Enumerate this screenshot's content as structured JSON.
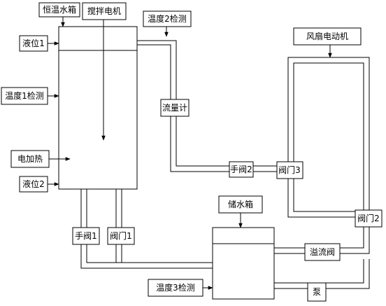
{
  "labels": {
    "constant_temp_tank": "恒温水箱",
    "stirring_motor": "搅拌电机",
    "temp2_detect": "温度2检测",
    "level1": "液位1",
    "temp1_detect": "温度1检测",
    "electric_heating": "电加热",
    "level2": "液位2",
    "flow_meter": "流量计",
    "manual_valve2": "手阀2",
    "valve3": "阀门3",
    "fan_motor": "风扇电动机",
    "valve2": "阀门2",
    "storage_tank": "储水箱",
    "manual_valve1": "手阀1",
    "valve1": "阀门1",
    "overflow_valve": "溢流阀",
    "temp3_detect": "温度3检测",
    "pump": "泵"
  }
}
